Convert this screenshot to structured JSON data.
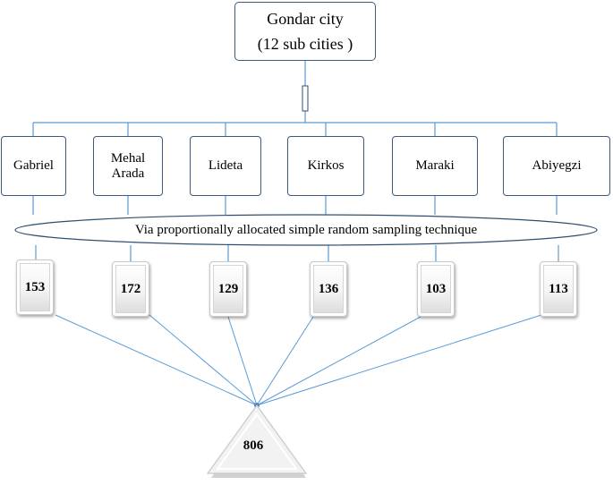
{
  "root": {
    "line1": "Gondar city",
    "line2": "(12 sub cities )"
  },
  "sub_cities": [
    {
      "name": "Gabriel",
      "count": "153"
    },
    {
      "name": "Mehal Arada",
      "count": "172"
    },
    {
      "name": "Lideta",
      "count": "129"
    },
    {
      "name": "Kirkos",
      "count": "136"
    },
    {
      "name": "Maraki",
      "count": "103"
    },
    {
      "name": "Abiyegzi",
      "count": "113"
    }
  ],
  "sampling_method": "Via proportionally allocated simple random sampling technique",
  "total": "806",
  "colors": {
    "connector": "#5b9bd5",
    "box_border": "#3b5a7e",
    "ellipse_stroke": "#2f4f72"
  }
}
